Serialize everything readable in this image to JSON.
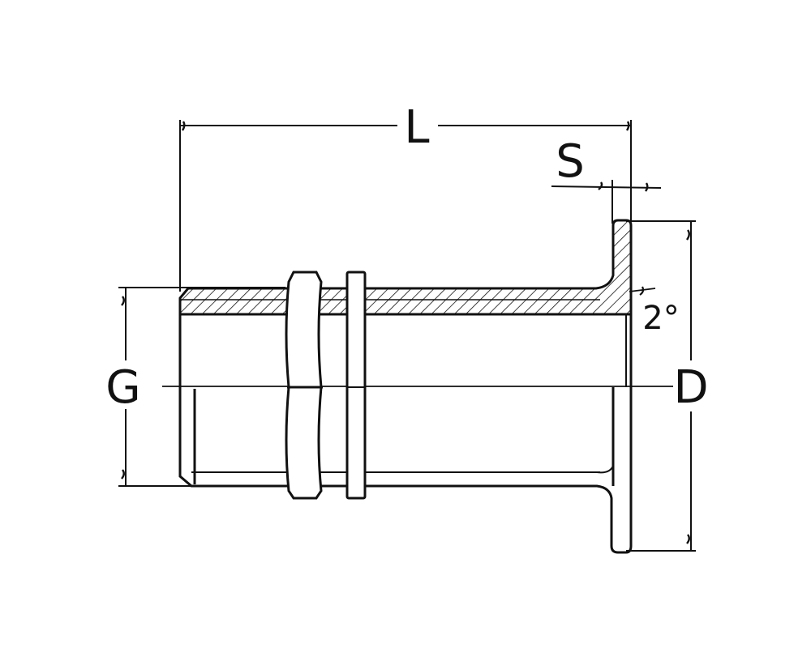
{
  "labels": {
    "length": "L",
    "flange_thickness": "S",
    "thread_diameter": "G",
    "flange_diameter": "D",
    "angle": "2°"
  },
  "colors": {
    "line": "#111111",
    "background": "#ffffff"
  }
}
